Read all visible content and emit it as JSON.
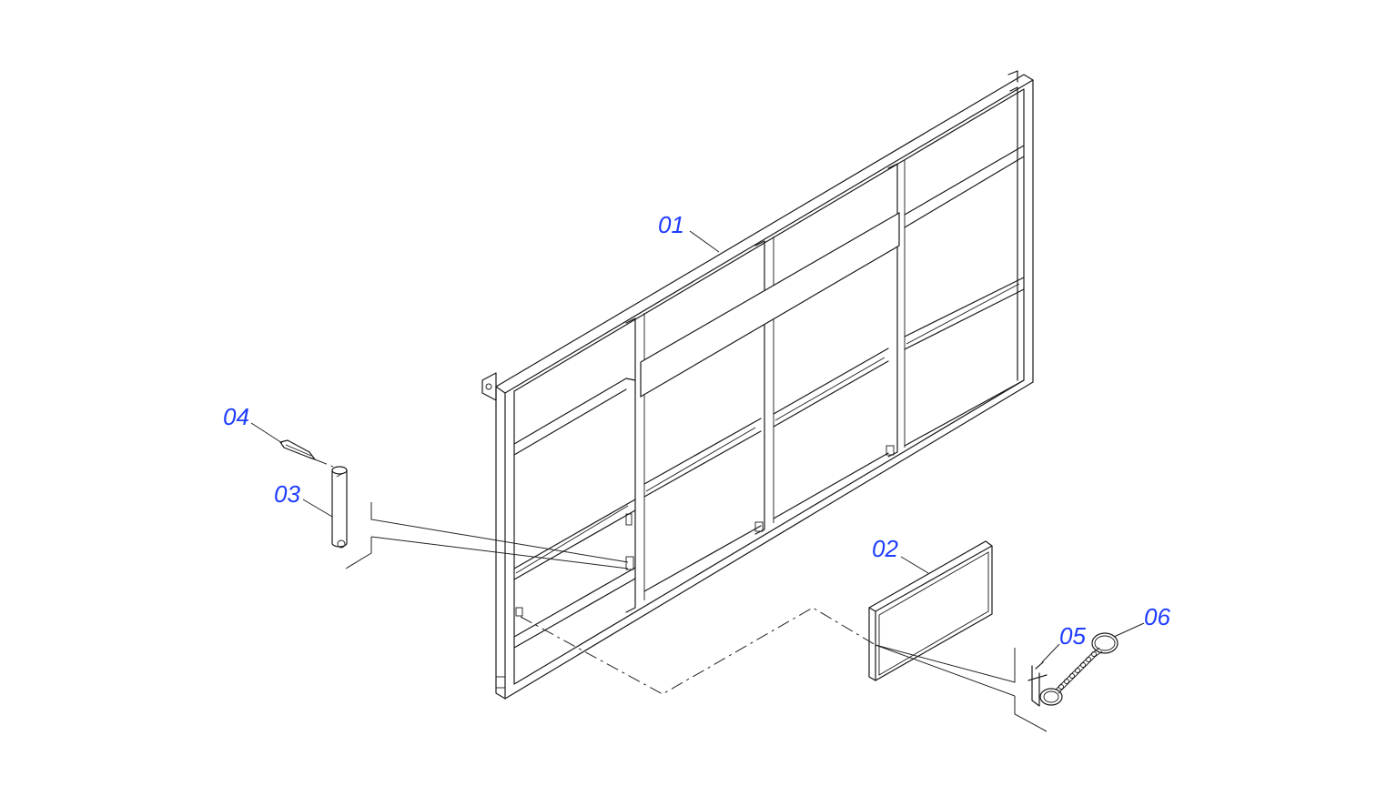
{
  "diagram": {
    "callouts": {
      "c01": "01",
      "c02": "02",
      "c03": "03",
      "c04": "04",
      "c05": "05",
      "c06": "06"
    },
    "colors": {
      "callout": "#1f3dff",
      "line": "#1a1a1a",
      "background": "#ffffff"
    }
  }
}
